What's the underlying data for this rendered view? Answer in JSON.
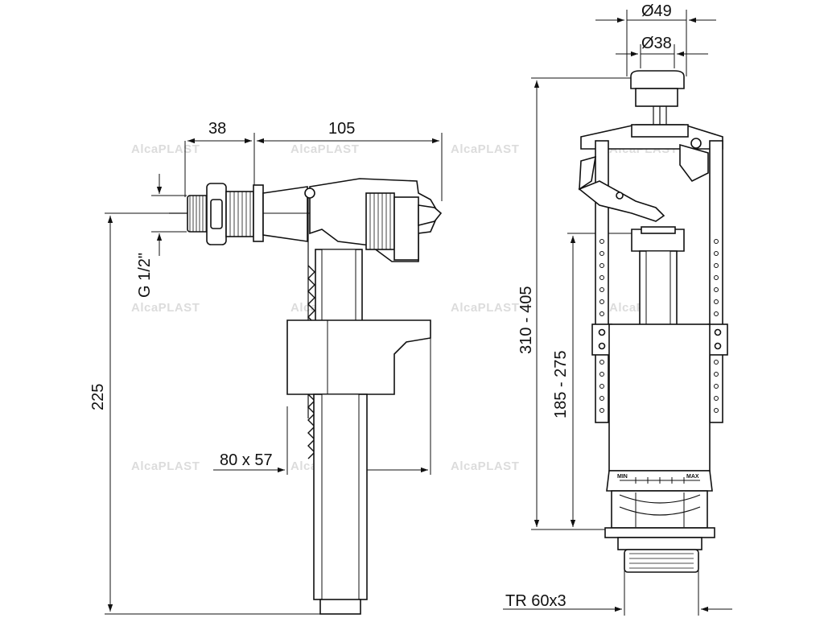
{
  "drawing": {
    "left_valve": {
      "dim_top_a": "38",
      "dim_top_b": "105",
      "dim_thread": "G 1/2\"",
      "dim_height": "225",
      "dim_outlet": "80 x 57"
    },
    "right_valve": {
      "dim_dia_outer": "Ø49",
      "dim_dia_inner": "Ø38",
      "dim_height_total": "310 - 405",
      "dim_height_inner": "185 - 275",
      "dim_thread": "TR 60x3",
      "scale_min": "MIN",
      "scale_max": "MAX"
    },
    "watermark": {
      "brand": "AlcaPLAST"
    }
  }
}
